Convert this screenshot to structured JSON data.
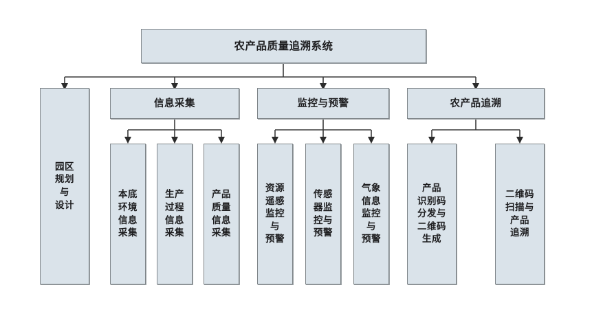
{
  "diagram": {
    "title": "农产品质量追溯系统",
    "type": "organizational-tree",
    "background_color": "#ffffff",
    "node_fill_color": "#dae3ea",
    "node_border_color": "#7e8488",
    "connector_color": "#3a3a3a",
    "text_color": "#1d1d1f"
  },
  "root": {
    "label": "农产品质量追溯系统"
  },
  "level2": {
    "planning": {
      "label": "园区\n规划\n与\n设计"
    },
    "collection": {
      "label": "信息采集"
    },
    "monitoring": {
      "label": "监控与预警"
    },
    "traceability": {
      "label": "农产品追溯"
    }
  },
  "leaves": {
    "collection": [
      {
        "label": "本底\n环境\n信息\n采集"
      },
      {
        "label": "生产\n过程\n信息\n采集"
      },
      {
        "label": "产品\n质量\n信息\n采集"
      }
    ],
    "monitoring": [
      {
        "label": "资源\n遥感\n监控\n与\n预警"
      },
      {
        "label": "传感\n器监\n控与\n预警"
      },
      {
        "label": "气象\n信息\n监控\n与\n预警"
      }
    ],
    "traceability": [
      {
        "label": "产品\n识别码\n分发与\n二维码\n生成"
      },
      {
        "label": "二维码\n扫描与\n产品\n追溯"
      }
    ]
  }
}
